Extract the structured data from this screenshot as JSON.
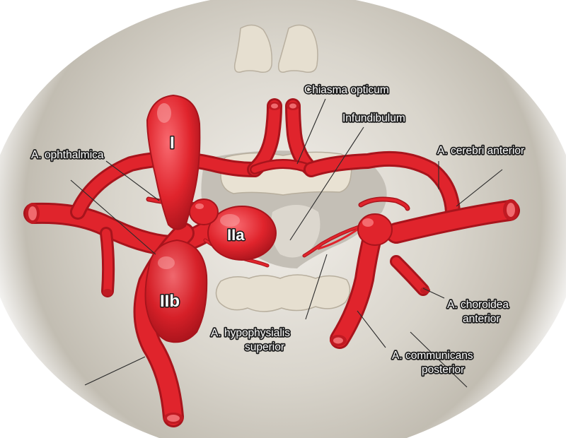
{
  "labels": {
    "chiasma": "Chiasma opticum",
    "infundibulum": "Infundibulum",
    "ophthalmica": "A. ophthalmica",
    "cerebri_anterior": "A. cerebri anterior",
    "choroidea_1": "A. choroidea",
    "choroidea_2": "anterior",
    "hypophysialis_1": "A. hypophysialis",
    "hypophysialis_2": "superior",
    "communicans_1": "A. communicans",
    "communicans_2": "posterior"
  },
  "aneurysm_labels": {
    "type_1": "I",
    "type_2a": "IIa",
    "type_2b": "IIb"
  },
  "colors": {
    "artery": "#e0242c",
    "artery_dark": "#a8141c",
    "artery_light": "#f46a6e",
    "bone": "#e6dfd0",
    "background_gray": "#cfcac0"
  }
}
